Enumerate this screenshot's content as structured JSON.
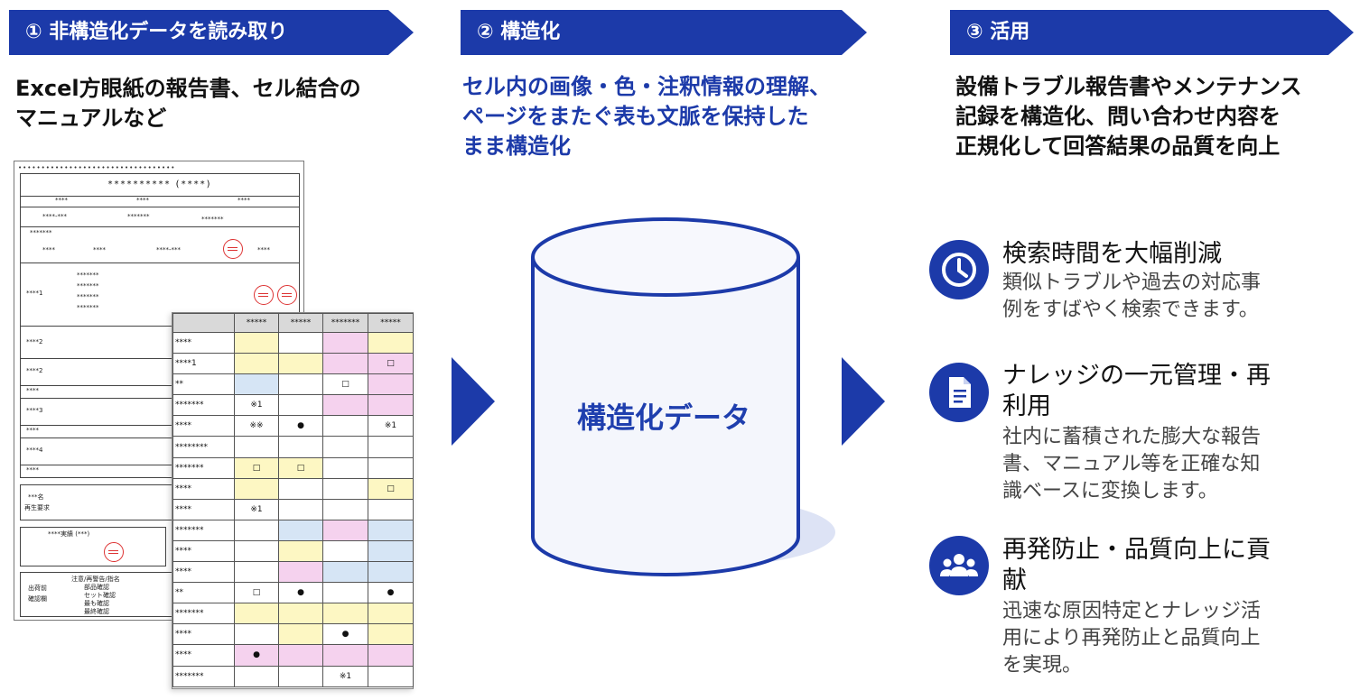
{
  "steps": [
    {
      "label": "① 非構造化データを読み取り",
      "desc": [
        "Excel方眼紙の報告書、セル結合の",
        "マニュアルなど"
      ]
    },
    {
      "label": "② 構造化",
      "desc": [
        "セル内の画像・色・注釈情報の理解、",
        "ページをまたぐ表も文脈を保持した",
        "まま構造化"
      ]
    },
    {
      "label": "③ 活用",
      "desc": [
        "設備トラブル報告書やメンテナンス",
        "記録を構造化、問い合わせ内容を",
        "正規化して回答結果の品質を向上"
      ]
    }
  ],
  "center_label": "構造化データ",
  "benefits": [
    {
      "icon": "clock-icon",
      "title": [
        "検索時間を大幅削減"
      ],
      "text": [
        "類似トラブルや過去の対応事",
        "例をすばやく検索できます。"
      ]
    },
    {
      "icon": "document-icon",
      "title": [
        "ナレッジの一元管理・再",
        "利用"
      ],
      "text": [
        "社内に蓄積された膨大な報告",
        "書、マニュアル等を正確な知",
        "識ベースに変換します。"
      ]
    },
    {
      "icon": "team-icon",
      "title": [
        "再発防止・品質向上に貢",
        "献"
      ],
      "text": [
        "迅速な原因特定とナレッジ活",
        "用により再発防止と品質向上",
        "を実現。"
      ]
    }
  ],
  "doc_form": {
    "dots": "••••••••••••••••••••••••••••••••••",
    "title": "********** (****)",
    "rows": [
      "****",
      "****-***",
      "*******",
      "****",
      "****",
      "****1",
      "****2",
      "****2",
      "****",
      "****3",
      "****",
      "****4",
      "****",
      "***名",
      "再生要求",
      "****実績 (***)",
      "出荷前",
      "確認欄"
    ],
    "check_labels": [
      "注意/再警告/指名",
      "部品確認",
      "セット確認",
      "最も確認",
      "最終確認"
    ]
  },
  "doc_table": {
    "header": [
      "",
      "*****",
      "*****",
      "*******",
      "*****"
    ],
    "rows": [
      [
        "****",
        "",
        "",
        "",
        ""
      ],
      [
        "****1",
        "",
        "",
        "",
        "□"
      ],
      [
        "**",
        "",
        "",
        "□",
        ""
      ],
      [
        "*******",
        "※1",
        "",
        "",
        ""
      ],
      [
        "****",
        "※※",
        "●",
        "",
        "※1"
      ],
      [
        "********",
        "",
        "",
        "",
        ""
      ],
      [
        "*******",
        "□",
        "□",
        "",
        ""
      ],
      [
        "****",
        "",
        "",
        "",
        "□"
      ],
      [
        "****",
        "※1",
        "",
        "",
        ""
      ],
      [
        "*******",
        "",
        "",
        "",
        ""
      ],
      [
        "****",
        "",
        "",
        "",
        ""
      ],
      [
        "****",
        "",
        "",
        "",
        ""
      ],
      [
        "**",
        "□",
        "●",
        "",
        "●"
      ],
      [
        "*******",
        "",
        "",
        "",
        ""
      ],
      [
        "****",
        "",
        "",
        "●",
        ""
      ],
      [
        "****",
        "●",
        "",
        "",
        ""
      ],
      [
        "*******",
        "",
        "",
        "※1",
        ""
      ]
    ],
    "colors": [
      [
        "",
        "y",
        "",
        "p",
        "y"
      ],
      [
        "",
        "y",
        "y",
        "p",
        "p"
      ],
      [
        "",
        "b",
        "",
        "",
        "p"
      ],
      [
        "",
        "",
        "",
        "p",
        "p"
      ],
      [
        "",
        "",
        "",
        "",
        ""
      ],
      [
        "",
        "",
        "",
        "",
        ""
      ],
      [
        "",
        "y",
        "y",
        "",
        ""
      ],
      [
        "",
        "y",
        "",
        "",
        "y"
      ],
      [
        "",
        "",
        "",
        "",
        ""
      ],
      [
        "",
        "",
        "b",
        "p",
        "b"
      ],
      [
        "",
        "",
        "y",
        "",
        "b"
      ],
      [
        "",
        "",
        "p",
        "b",
        "b"
      ],
      [
        "",
        "",
        "",
        "",
        ""
      ],
      [
        "",
        "y",
        "y",
        "y",
        "y"
      ],
      [
        "",
        "",
        "y",
        "",
        "y"
      ],
      [
        "",
        "p",
        "p",
        "p",
        "p"
      ],
      [
        "",
        "",
        "",
        "",
        ""
      ]
    ]
  },
  "colors": {
    "accent": "#1c3aa9",
    "cylinder_fill": "#f4f6fc",
    "cylinder_stroke": "#1c3aa9",
    "shadow": "#dde3f5"
  }
}
